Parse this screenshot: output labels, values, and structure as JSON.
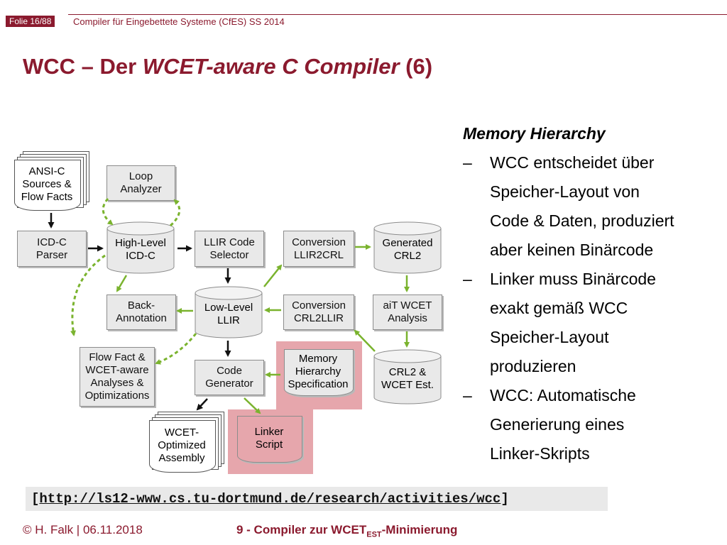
{
  "header": {
    "slide_number": "Folie 16/88",
    "course": "Compiler für Eingebettete Systeme (CfES) SS 2014"
  },
  "title": {
    "part1": "WCC – Der ",
    "italic": "WCET-aware C Compiler",
    "part2": " (6)"
  },
  "diagram": {
    "sources": [
      "ANSI-C",
      "Sources &",
      "Flow Facts"
    ],
    "loop_analyzer": [
      "Loop",
      "Analyzer"
    ],
    "icdc_parser": [
      "ICD-C",
      "Parser"
    ],
    "high_level": [
      "High-Level",
      "ICD-C"
    ],
    "llir_selector": [
      "LLIR Code",
      "Selector"
    ],
    "conv_llir2crl": [
      "Conversion",
      "LLIR2CRL"
    ],
    "generated_crl2": [
      "Generated",
      "CRL2"
    ],
    "back_annotation": [
      "Back-",
      "Annotation"
    ],
    "low_level": [
      "Low-Level",
      "LLIR"
    ],
    "conv_crl2llir": [
      "Conversion",
      "CRL2LLIR"
    ],
    "ait": [
      "aiT WCET",
      "Analysis"
    ],
    "flow_fact": [
      "Flow Fact &",
      "WCET-aware",
      "Analyses &",
      "Optimizations"
    ],
    "code_gen": [
      "Code",
      "Generator"
    ],
    "memory_spec": [
      "Memory",
      "Hierarchy",
      "Specification"
    ],
    "crl2_est": [
      "CRL2 &",
      "WCET Est."
    ],
    "wcet_asm": [
      "WCET-",
      "Optimized",
      "Assembly"
    ],
    "linker_script": [
      "Linker",
      "Script"
    ]
  },
  "right": {
    "heading": "Memory Hierarchy",
    "dash": "–",
    "bullet1": [
      "WCC entscheidet über",
      "Speicher-Layout von",
      "Code & Daten, produziert",
      "aber keinen Binärcode"
    ],
    "bullet2": [
      "Linker muss Binärcode",
      "exakt gemäß WCC",
      "Speicher-Layout",
      "produzieren"
    ],
    "bullet3": [
      "WCC: Automatische",
      "Generierung eines",
      "Linker-Skripts"
    ]
  },
  "link": {
    "open": "[",
    "url": "http://ls12-www.cs.tu-dortmund.de/research/activities/wcc",
    "close": "]"
  },
  "footer": {
    "author": "© H. Falk | 06.11.2018",
    "lecture_main": "9 - Compiler zur WCET",
    "lecture_sub": "EST",
    "lecture_end": "-Minimierung"
  },
  "colors": {
    "accent": "#8b1a2e",
    "arrow_green": "#7ab32e",
    "highlight": "#e6a6ac"
  }
}
